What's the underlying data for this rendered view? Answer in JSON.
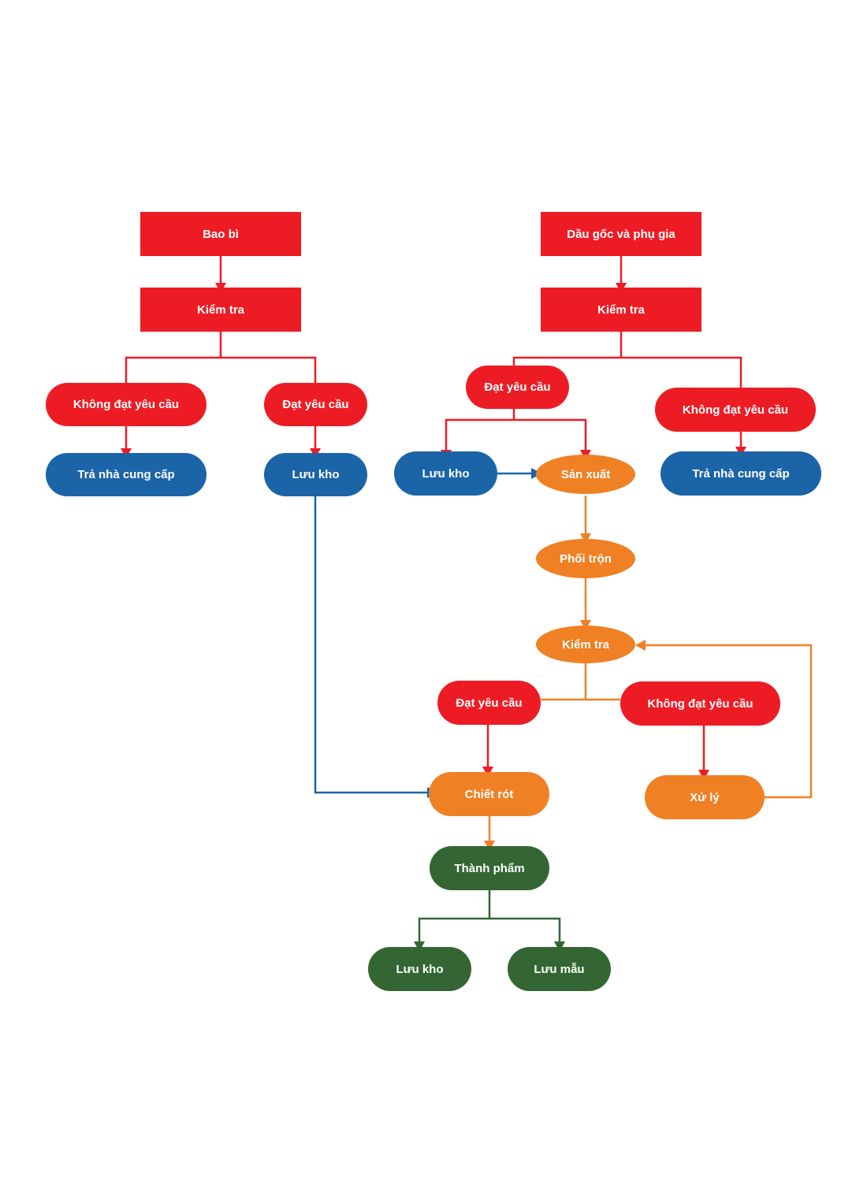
{
  "colors": {
    "red": "#ED1C24",
    "blue": "#1B64A8",
    "orange": "#F08024",
    "green": "#336633"
  },
  "nodes": {
    "bao_bi": "Bao bì",
    "kiem_tra_left": "Kiểm tra",
    "khong_dat_left": "Không đạt yêu cầu",
    "dat_left": "Đạt yêu cầu",
    "tra_ncc_left": "Trả nhà cung cấp",
    "luu_kho_left": "Lưu kho",
    "dau_goc": "Dầu gốc và phụ gia",
    "kiem_tra_right": "Kiểm tra",
    "dat_right": "Đạt yêu cầu",
    "khong_dat_right": "Không đạt yêu cầu",
    "luu_kho_mid": "Lưu kho",
    "san_xuat": "Sản xuất",
    "tra_ncc_right": "Trả nhà cung cấp",
    "phoi_tron": "Phối trộn",
    "kiem_tra_orange": "Kiểm tra",
    "dat_orange": "Đạt yêu cầu",
    "khong_dat_orange": "Không đạt yêu cầu",
    "chiet_rot": "Chiết rót",
    "xu_ly": "Xử lý",
    "thanh_pham": "Thành phẩm",
    "luu_kho_final": "Lưu kho",
    "luu_mau": "Lưu mẫu"
  }
}
